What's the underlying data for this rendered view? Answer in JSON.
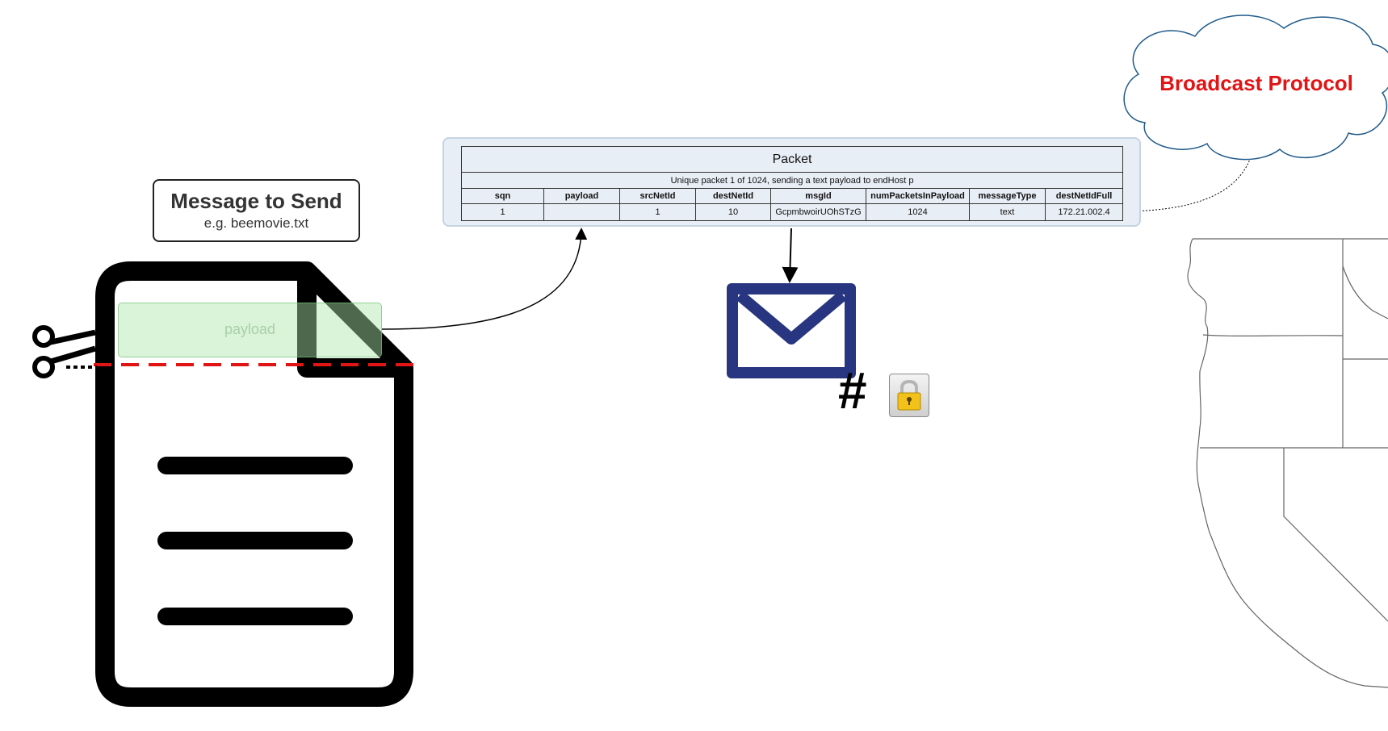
{
  "message_box": {
    "title": "Message to Send",
    "subtitle": "e.g. beemovie.txt"
  },
  "payload_label": "payload",
  "packet": {
    "title": "Packet",
    "subtitle": "Unique packet 1 of 1024, sending a text payload to endHost p",
    "headers": [
      "sqn",
      "payload",
      "srcNetId",
      "destNetId",
      "msgId",
      "numPacketsInPayload",
      "messageType",
      "destNetIdFull"
    ],
    "row": [
      "1",
      "",
      "1",
      "10",
      "GcpmbwoirUOhSTzG",
      "1024",
      "text",
      "172.21.002.4"
    ]
  },
  "cloud": {
    "label": "Broadcast Protocol"
  },
  "hash_symbol": "#",
  "icons": {
    "document": "document-icon",
    "scissors": "scissors-icon",
    "envelope": "envelope-icon",
    "lock": "lock-icon",
    "map": "us-west-map"
  },
  "colors": {
    "cut_line": "#e11515",
    "cloud_text": "#e11515",
    "cloud_stroke": "#1f5a8a",
    "envelope": "#283580",
    "highlight_ellipse": "#d41a1a",
    "payload_band": "#aae6aa"
  }
}
